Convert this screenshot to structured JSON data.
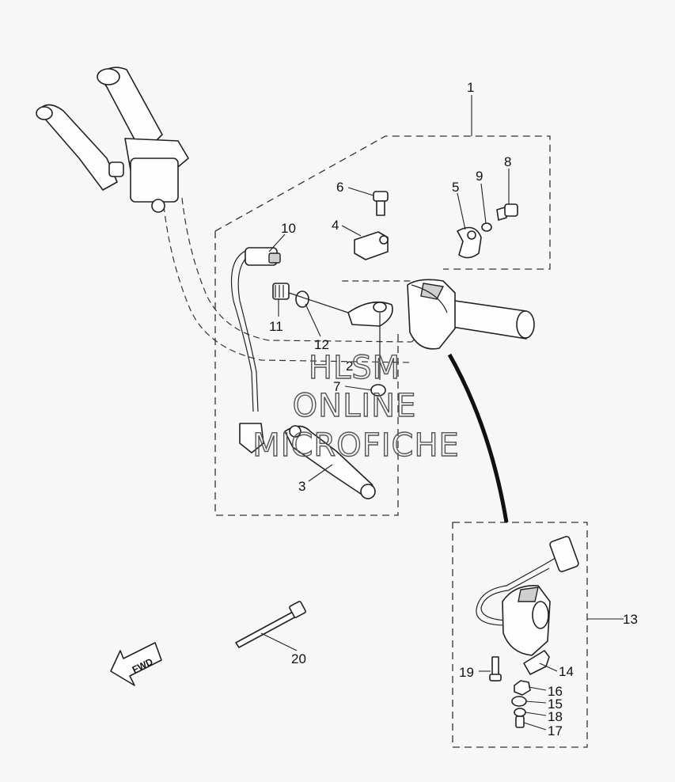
{
  "callouts": [
    "1",
    "2",
    "3",
    "4",
    "5",
    "6",
    "7",
    "8",
    "9",
    "10",
    "11",
    "12",
    "13",
    "14",
    "15",
    "16",
    "17",
    "18",
    "19",
    "20"
  ],
  "watermark": {
    "line1": "HLSM",
    "line2": "ONLINE",
    "line3": "MICROFICHE"
  },
  "fwd_label": "FWD"
}
